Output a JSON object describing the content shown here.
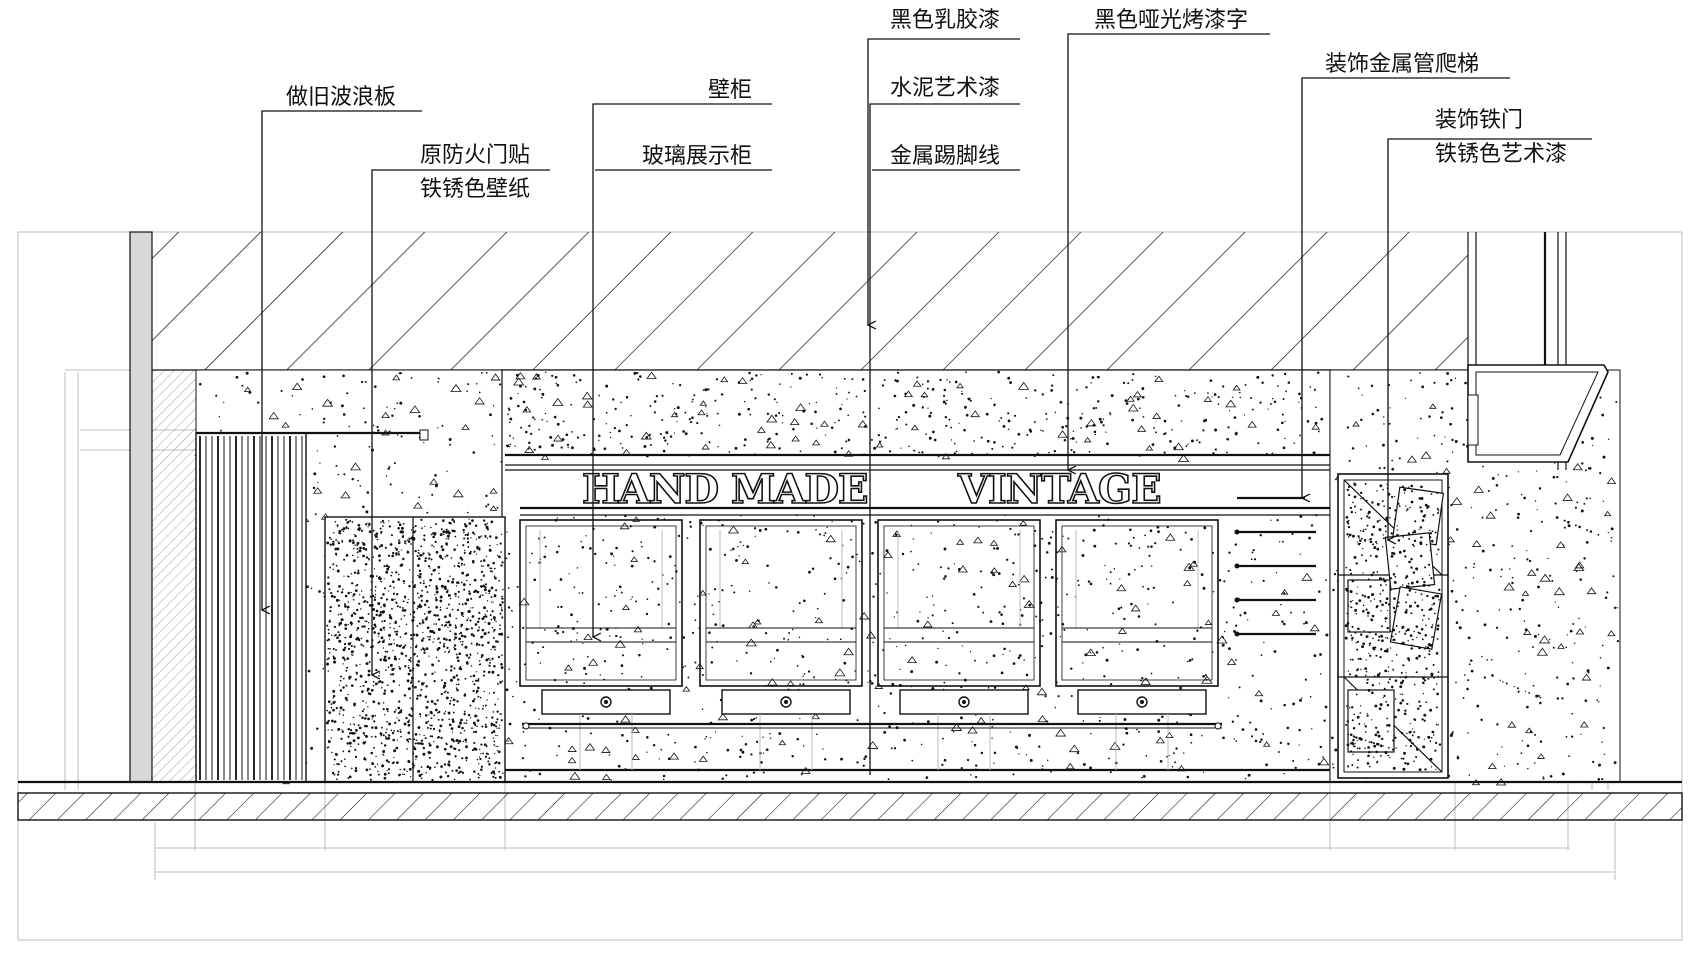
{
  "annotations": {
    "corrugated_board": "做旧波浪板",
    "fire_door_wallpaper_1": "原防火门贴",
    "fire_door_wallpaper_2": "铁锈色壁纸",
    "wall_cabinet": "壁柜",
    "glass_display_cabinet": "玻璃展示柜",
    "black_latex_paint": "黑色乳胶漆",
    "cement_art_paint": "水泥艺术漆",
    "metal_skirting": "金属踢脚线",
    "black_matte_lettering": "黑色哑光烤漆字",
    "metal_pipe_ladder": "装饰金属管爬梯",
    "decorative_iron_door": "装饰铁门",
    "rust_art_paint": "铁锈色艺术漆"
  },
  "sign": {
    "word_1": "HAND MADE",
    "word_2": "VINTAGE"
  },
  "colors": {
    "ink": "#111111",
    "construction_line": "#bdbdbd",
    "paper": "#ffffff"
  }
}
